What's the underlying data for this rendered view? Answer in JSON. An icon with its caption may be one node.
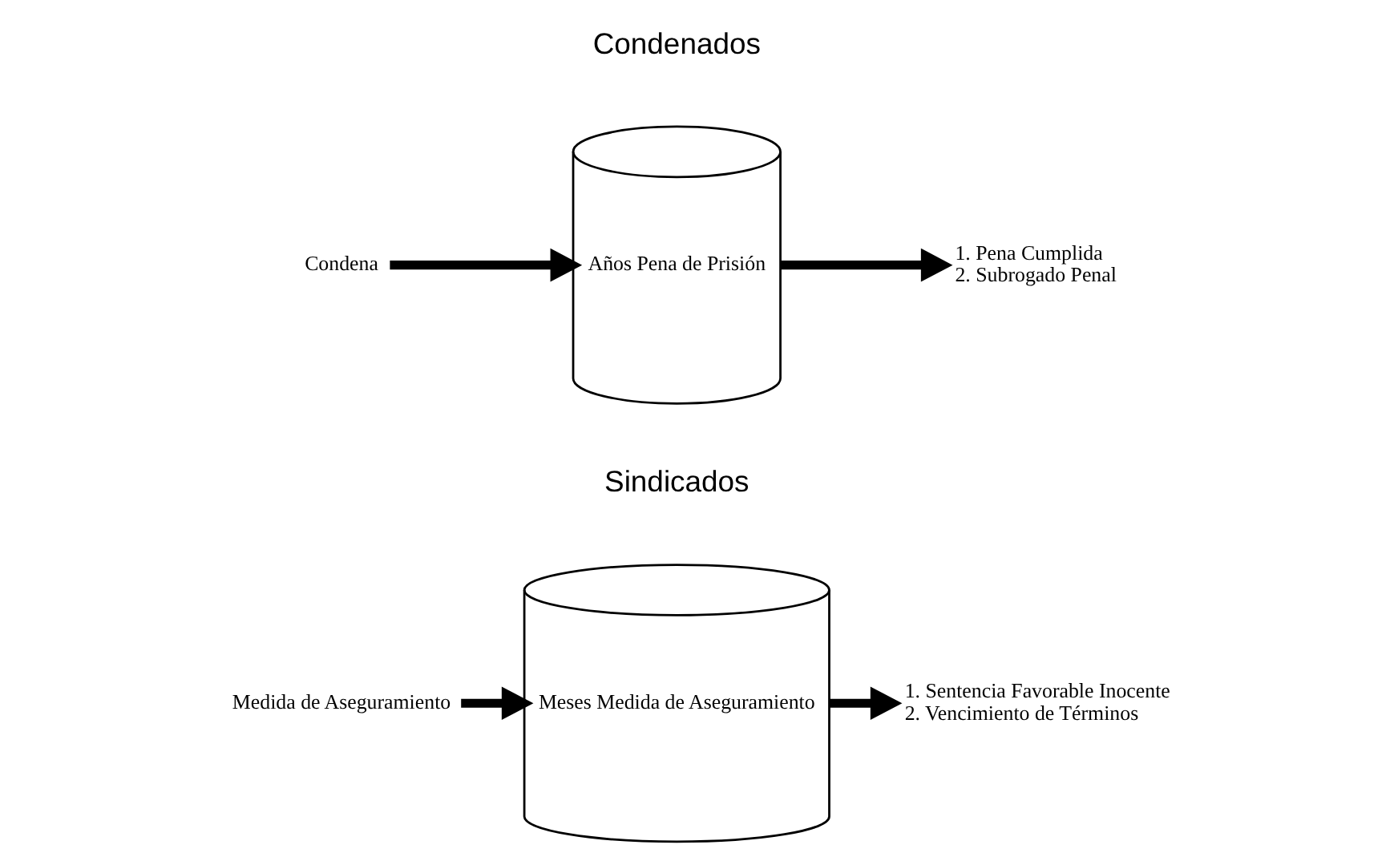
{
  "diagram": {
    "nodes": [
      {
        "text": [
          "Medida de Aseguramiento"
        ]
      },
      {
        "text": [
          "Meses Medida de Aseguramiento"
        ]
      },
      {
        "text": [
          "1. Sentencia Favorable Inocente",
          "2. Vencimiento de Términos"
        ]
      },
      {
        "text": [
          "Condena"
        ]
      },
      {
        "text": [
          "Años Pena de Prisión"
        ]
      },
      {
        "text": [
          "1. Pena Cumplida",
          "2. Subrogado Penal"
        ]
      }
    ],
    "edges": [
      {
        "from": 0,
        "to": 1,
        "arrow": "to"
      },
      {
        "from": 1,
        "to": 2,
        "arrow": "to"
      },
      {
        "from": 3,
        "to": 4,
        "arrow": "to"
      },
      {
        "from": 4,
        "to": 5,
        "arrow": "to"
      }
    ],
    "labels": [
      "Sindicados",
      "Condenados"
    ]
  }
}
